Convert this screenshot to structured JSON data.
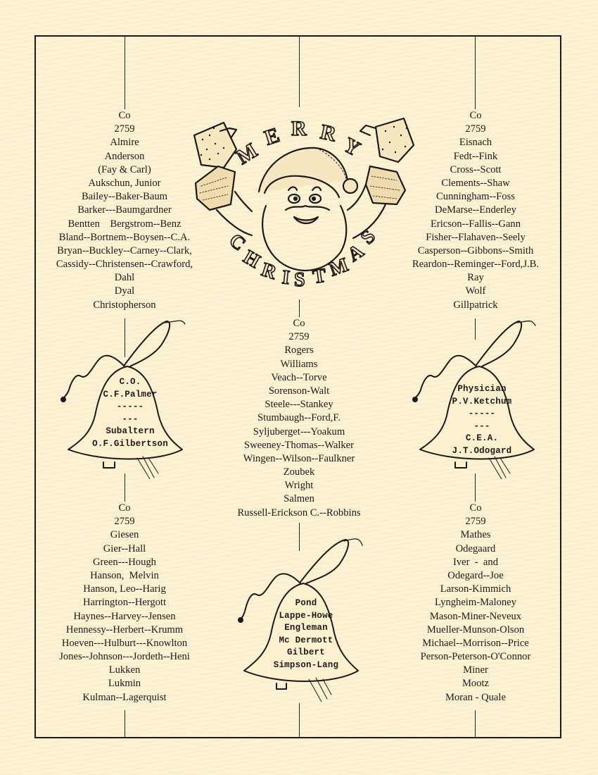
{
  "page": {
    "background": "#fcf0cf",
    "ink": "#1c1a17"
  },
  "centerpiece": {
    "illustration": "santa-claus-icon",
    "arc_top_text": "MERRY",
    "arc_bottom_text": "CHRISTMAS"
  },
  "lists": {
    "top_left": [
      "Co",
      "2759",
      "Almire",
      "Anderson",
      "(Fay & Carl)",
      "Aukschun, Junior",
      "Bailey--Baker-Baum",
      "Barker---Baumgardner",
      "Bentten    Bergstrom--Benz",
      "Bland--Bortnem--Boysen--C.A.",
      "Bryan--Buckley--Carney--Clark,",
      "Cassidy--Christensen--Crawford,",
      "Dahl",
      "Dyal",
      "Christopherson"
    ],
    "top_right": [
      "Co",
      "2759",
      "Eisnach",
      "Fedt--Fink",
      "Cross--Scott",
      "Clements--Shaw",
      "Cunningham--Foss",
      "DeMarse--Enderley",
      "Ericson--Fallis--Gann",
      "Fisher--Flahaven--Seely",
      "Casperson--Gibbons--Smith",
      "Reardon--Reminger--Ford,J.B.",
      "Ray",
      "Wolf",
      "Gillpatrick"
    ],
    "center": [
      "Co",
      "2759",
      "Rogers",
      "Williams",
      "Veach--Torve",
      "Sorenson-Walt",
      "Steele---Stankey",
      "Stumbaugh--Ford,F.",
      "Syljuberget---Yoakum",
      "Sweeney-Thomas--Walker",
      "Wingen--Wilson--Faulkner",
      "Zoubek",
      "Wright",
      "Salmen",
      "Russell-Erickson C.--Robbins"
    ],
    "bottom_left": [
      "Co",
      "2759",
      "Giesen",
      "Gier--Hall",
      "Green---Hough",
      "Hanson,  Melvin",
      "Hanson, Leo--Harig",
      "Harrington--Hergott",
      "Haynes--Harvey--Jensen",
      "Hennessy--Herbert--Krumm",
      "Hoeven---Hulburt---Knowlton",
      "Jones--Johnson---Jordeth--Heni",
      "Lukken",
      "Lukmin",
      "Kulman--Lagerquist"
    ],
    "bottom_right": [
      "Co",
      "2759",
      "Mathes",
      "Odegaard",
      "Iver  -  and",
      "Odegard--Joe",
      "Larson-Kimmich",
      "Lyngheim-Maloney",
      "Mason-Miner-Neveux",
      "Mueller-Munson-Olson",
      "Michael--Morrison--Price",
      "Person-Peterson-O'Connor",
      "Miner",
      "Mootz",
      "Moran - Quale"
    ]
  },
  "bells": {
    "left": {
      "icon": "bell-icon",
      "lines": [
        "C.O.",
        "C.F.Palmer",
        "-----",
        "---",
        "Subaltern",
        "O.F.Gilbertson"
      ]
    },
    "right": {
      "icon": "bell-icon",
      "lines": [
        "Physician",
        "P.V.Ketchum",
        "-----",
        "---",
        "C.E.A.",
        "J.T.Odogard"
      ]
    },
    "bottom": {
      "icon": "bell-icon",
      "lines": [
        "Pond",
        "Lappe-Howe",
        "Engleman",
        "Mc Dermott",
        "Gilbert",
        "Simpson-Lang"
      ]
    }
  }
}
